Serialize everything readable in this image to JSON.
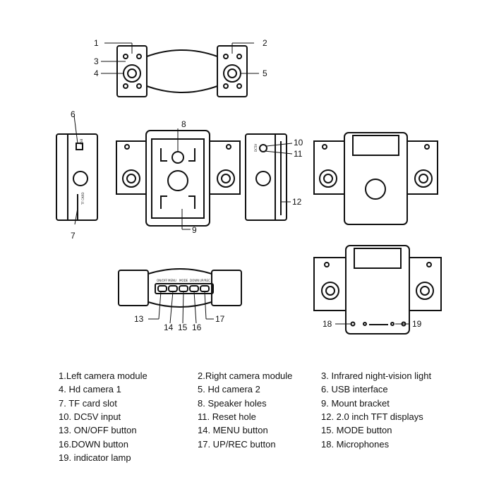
{
  "tiny_labels": {
    "usb": "USB",
    "tf": "TF CARD",
    "dc": "DC5V",
    "buttons": [
      "ON/OFF",
      "MENU",
      "MODE",
      "DOWN",
      "UP/REC"
    ]
  },
  "callouts": [
    "1",
    "2",
    "3",
    "4",
    "5",
    "6",
    "7",
    "8",
    "9",
    "10",
    "11",
    "12",
    "13",
    "14",
    "15",
    "16",
    "17",
    "18",
    "19"
  ],
  "legend": [
    "1.Left camera module",
    "2.Right camera module",
    "3. Infrared night-vision light",
    "4. Hd camera 1",
    "5.  Hd camera 2",
    "6. USB interface",
    "7. TF card slot",
    "8. Speaker holes",
    "9. Mount bracket",
    "10. DC5V input",
    "11. Reset hole",
    "12. 2.0 inch TFT displays",
    "13. ON/OFF  button",
    "14. MENU button",
    "15. MODE button",
    "16.DOWN button",
    "17. UP/REC button",
    "18. Microphones",
    "19. indicator lamp"
  ]
}
